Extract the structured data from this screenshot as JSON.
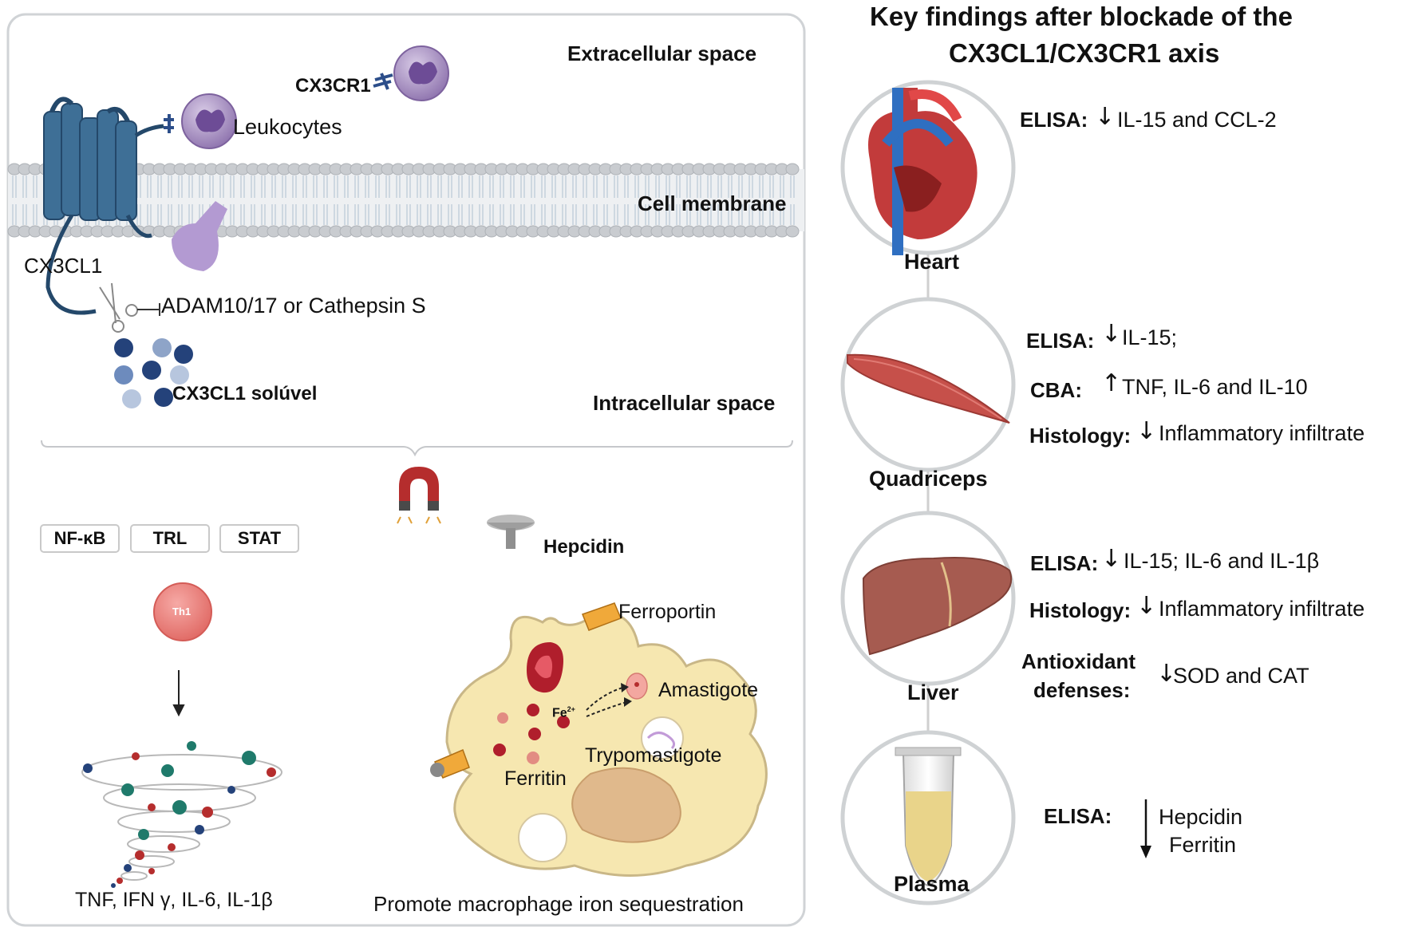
{
  "left_panel": {
    "extracellular_label": "Extracellular space",
    "cell_membrane_label": "Cell membrane",
    "intracellular_label": "Intracellular space",
    "cx3cr1_label": "CX3CR1",
    "leukocytes_label": "Leukocytes",
    "cx3cl1_label": "CX3CL1",
    "protease_label": "ADAM10/17 or Cathepsin S",
    "soluble_label": "CX3CL1 solúvel",
    "pathways": [
      "NF-κB",
      "TRL",
      "STAT"
    ],
    "th1_label": "Th1",
    "cytokines_label": "TNF, IFN γ, IL-6, IL-1β",
    "hepcidin_label": "Hepcidin",
    "ferroportin_label": "Ferroportin",
    "amastigote_label": "Amastigote",
    "fe_label": "Fe",
    "fe_sup": "2+",
    "trypomastigote_label": "Trypomastigote",
    "ferritin_label": "Ferritin",
    "macrophage_caption": "Promote macrophage iron sequestration"
  },
  "right_panel": {
    "title_line1": "Key findings after blockade of the",
    "title_line2": "CX3CL1/CX3CR1 axis",
    "organs": {
      "heart": {
        "name": "Heart",
        "findings": [
          {
            "label": "ELISA:",
            "direction": "down",
            "text": "IL-15 and CCL-2"
          }
        ]
      },
      "quadriceps": {
        "name": "Quadriceps",
        "findings": [
          {
            "label": "ELISA:",
            "direction": "down",
            "text": "IL-15;"
          },
          {
            "label": "CBA:",
            "direction": "up",
            "text": "TNF, IL-6 and IL-10"
          },
          {
            "label": "Histology:",
            "direction": "down",
            "text": "Inflammatory infiltrate"
          }
        ]
      },
      "liver": {
        "name": "Liver",
        "findings": [
          {
            "label": "ELISA:",
            "direction": "down",
            "text": "IL-15; IL-6 and IL-1β"
          },
          {
            "label": "Histology:",
            "direction": "down",
            "text": "Inflammatory infiltrate"
          },
          {
            "label_line1": "Antioxidant",
            "label_line2": "defenses:",
            "direction": "down",
            "text": "SOD and CAT"
          }
        ]
      },
      "plasma": {
        "name": "Plasma",
        "findings": [
          {
            "label": "ELISA:",
            "direction": "down",
            "text_line1": "Hepcidin",
            "text_line2": "Ferritin"
          }
        ]
      }
    }
  },
  "colors": {
    "receptor_blue": "#3c6e95",
    "leukocyte_purple": "#9a80b8",
    "membrane_gray": "#c9ccd0",
    "macrophage_yellow": "#f6e7b0",
    "heart_red": "#c23b3b",
    "muscle_red": "#c6504a",
    "liver_brown": "#a65b50",
    "plasma_yellow": "#e9d48a"
  }
}
